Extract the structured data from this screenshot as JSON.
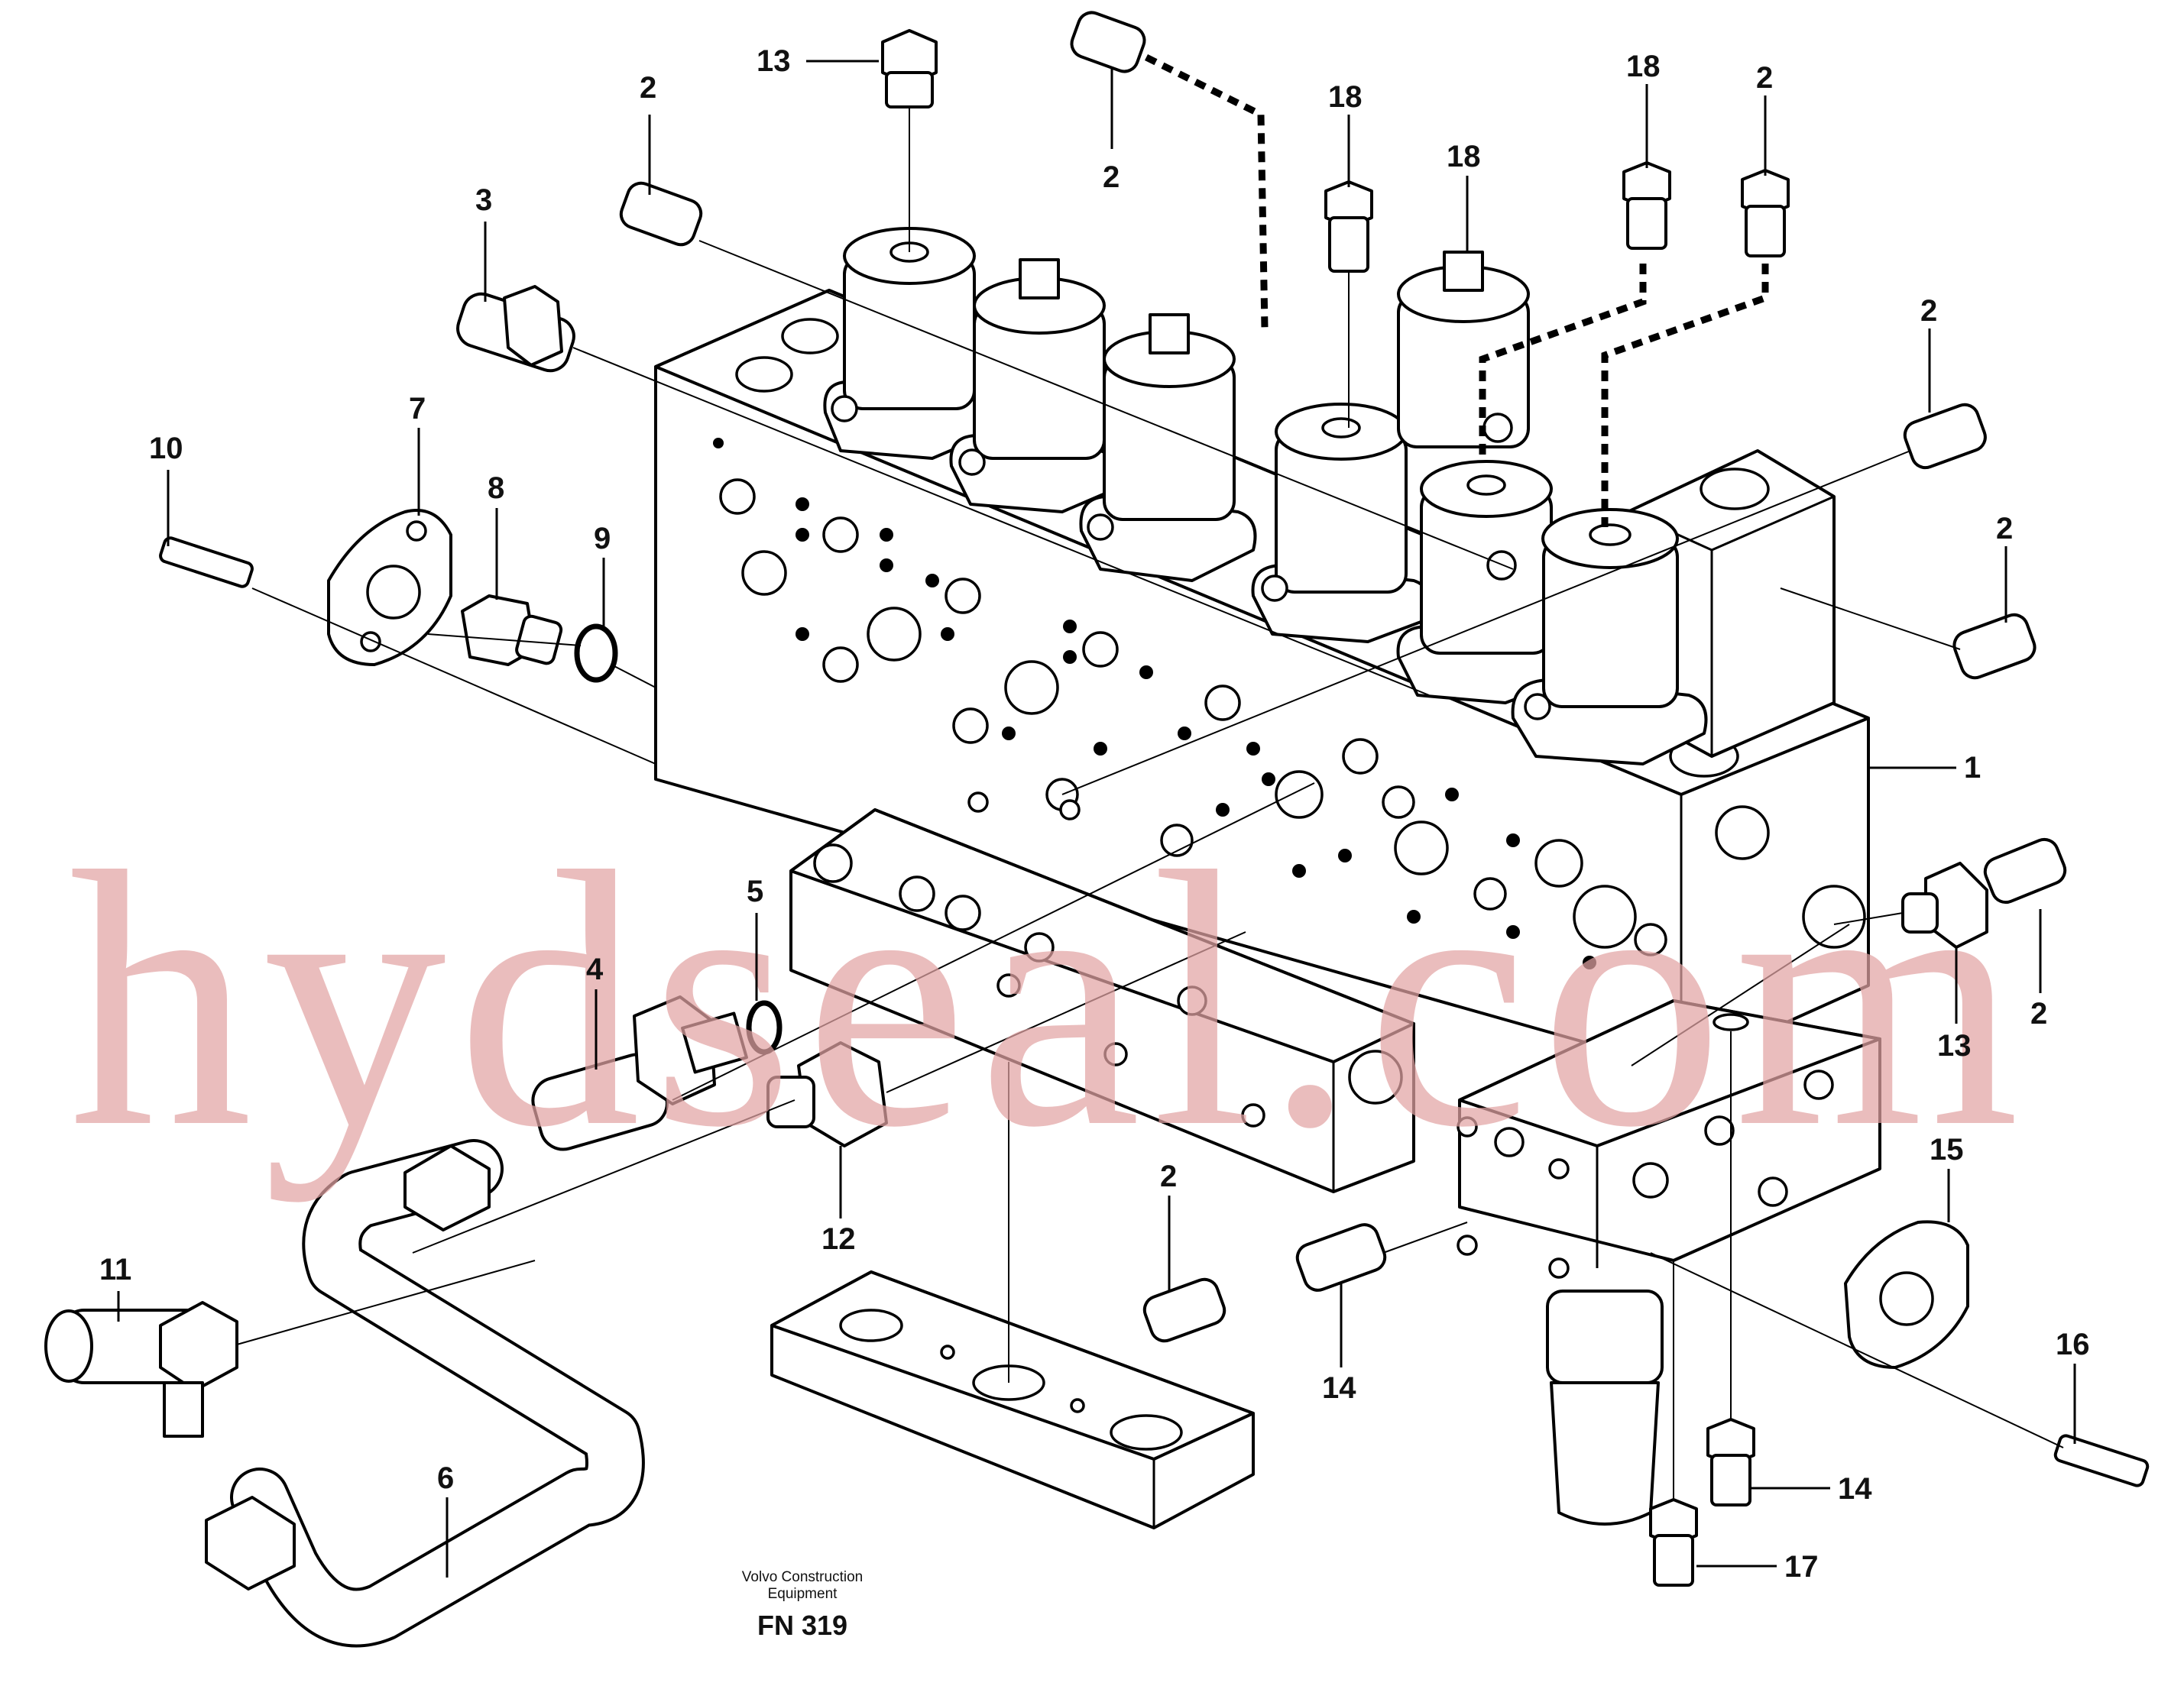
{
  "diagram": {
    "callouts": [
      {
        "id": "c13a",
        "text": "13"
      },
      {
        "id": "c2a",
        "text": "2"
      },
      {
        "id": "c2b",
        "text": "2"
      },
      {
        "id": "c3",
        "text": "3"
      },
      {
        "id": "c18a",
        "text": "18"
      },
      {
        "id": "c18b",
        "text": "18"
      },
      {
        "id": "c18c",
        "text": "18"
      },
      {
        "id": "c2c",
        "text": "2"
      },
      {
        "id": "c2d",
        "text": "2"
      },
      {
        "id": "c2e",
        "text": "2"
      },
      {
        "id": "c10",
        "text": "10"
      },
      {
        "id": "c7",
        "text": "7"
      },
      {
        "id": "c8",
        "text": "8"
      },
      {
        "id": "c9",
        "text": "9"
      },
      {
        "id": "c1",
        "text": "1"
      },
      {
        "id": "c5",
        "text": "5"
      },
      {
        "id": "c4",
        "text": "4"
      },
      {
        "id": "c2f",
        "text": "2"
      },
      {
        "id": "c13b",
        "text": "13"
      },
      {
        "id": "c2g",
        "text": "2"
      },
      {
        "id": "c15",
        "text": "15"
      },
      {
        "id": "c12",
        "text": "12"
      },
      {
        "id": "c11",
        "text": "11"
      },
      {
        "id": "c16",
        "text": "16"
      },
      {
        "id": "c14a",
        "text": "14"
      },
      {
        "id": "c14b",
        "text": "14"
      },
      {
        "id": "c6",
        "text": "6"
      },
      {
        "id": "c17",
        "text": "17"
      }
    ],
    "caption_line1": "Volvo Construction",
    "caption_line2": "Equipment",
    "figure_number": "FN 319",
    "watermark": "hydseal.com"
  }
}
